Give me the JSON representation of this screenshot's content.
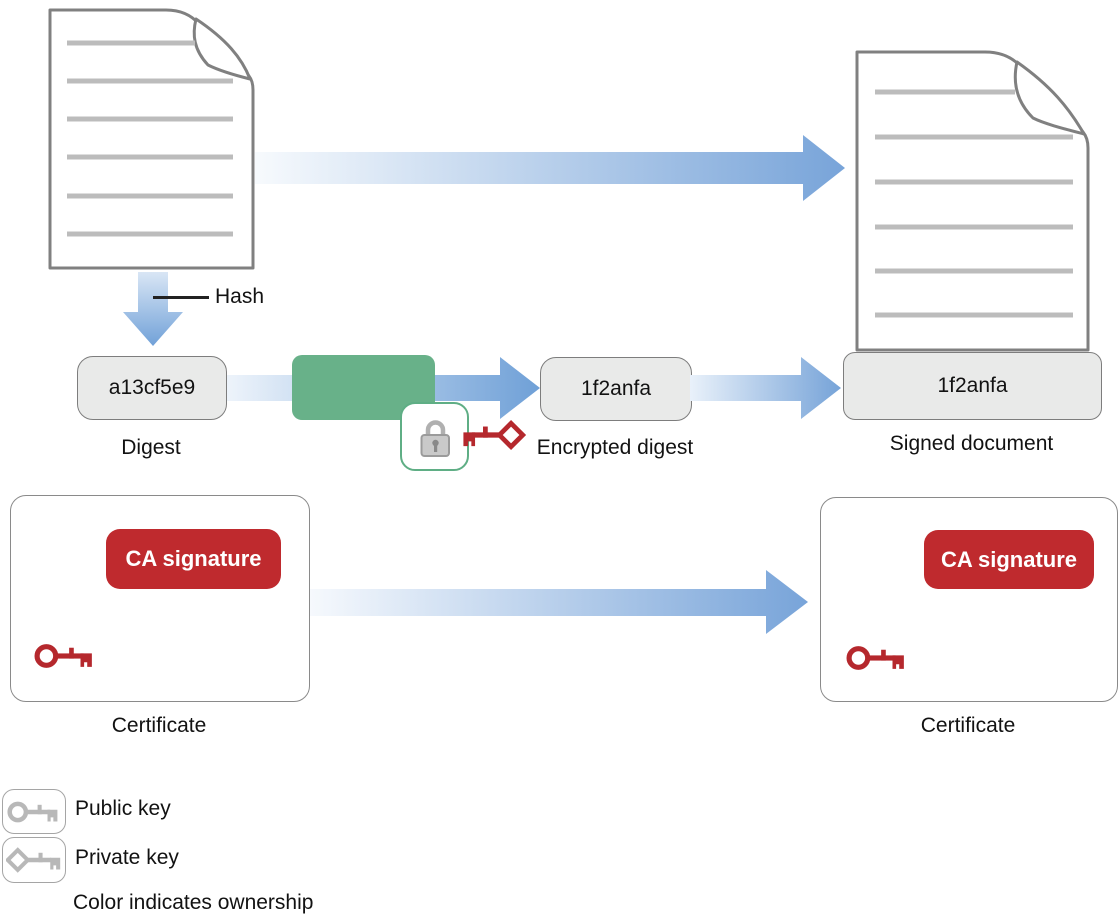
{
  "colors": {
    "blue-dark": "#78a4d9",
    "green": "#68b189",
    "red": "#bf2a2e",
    "key-red": "#b5282d",
    "gray-fill": "#e9eae9",
    "border-gray": "#8a8a8a"
  },
  "flow": {
    "hash_label": "Hash",
    "digest": {
      "value": "a13cf5e9",
      "label": "Digest"
    },
    "encrypted": {
      "value": "1f2anfa",
      "label": "Encrypted digest"
    },
    "signed": {
      "value": "1f2anfa",
      "label": "Signed document"
    }
  },
  "certificates": {
    "left": {
      "badge": "CA signature",
      "label": "Certificate"
    },
    "right": {
      "badge": "CA signature",
      "label": "Certificate"
    }
  },
  "legend": {
    "public_key": "Public key",
    "private_key": "Private key",
    "note": "Color indicates ownership"
  }
}
